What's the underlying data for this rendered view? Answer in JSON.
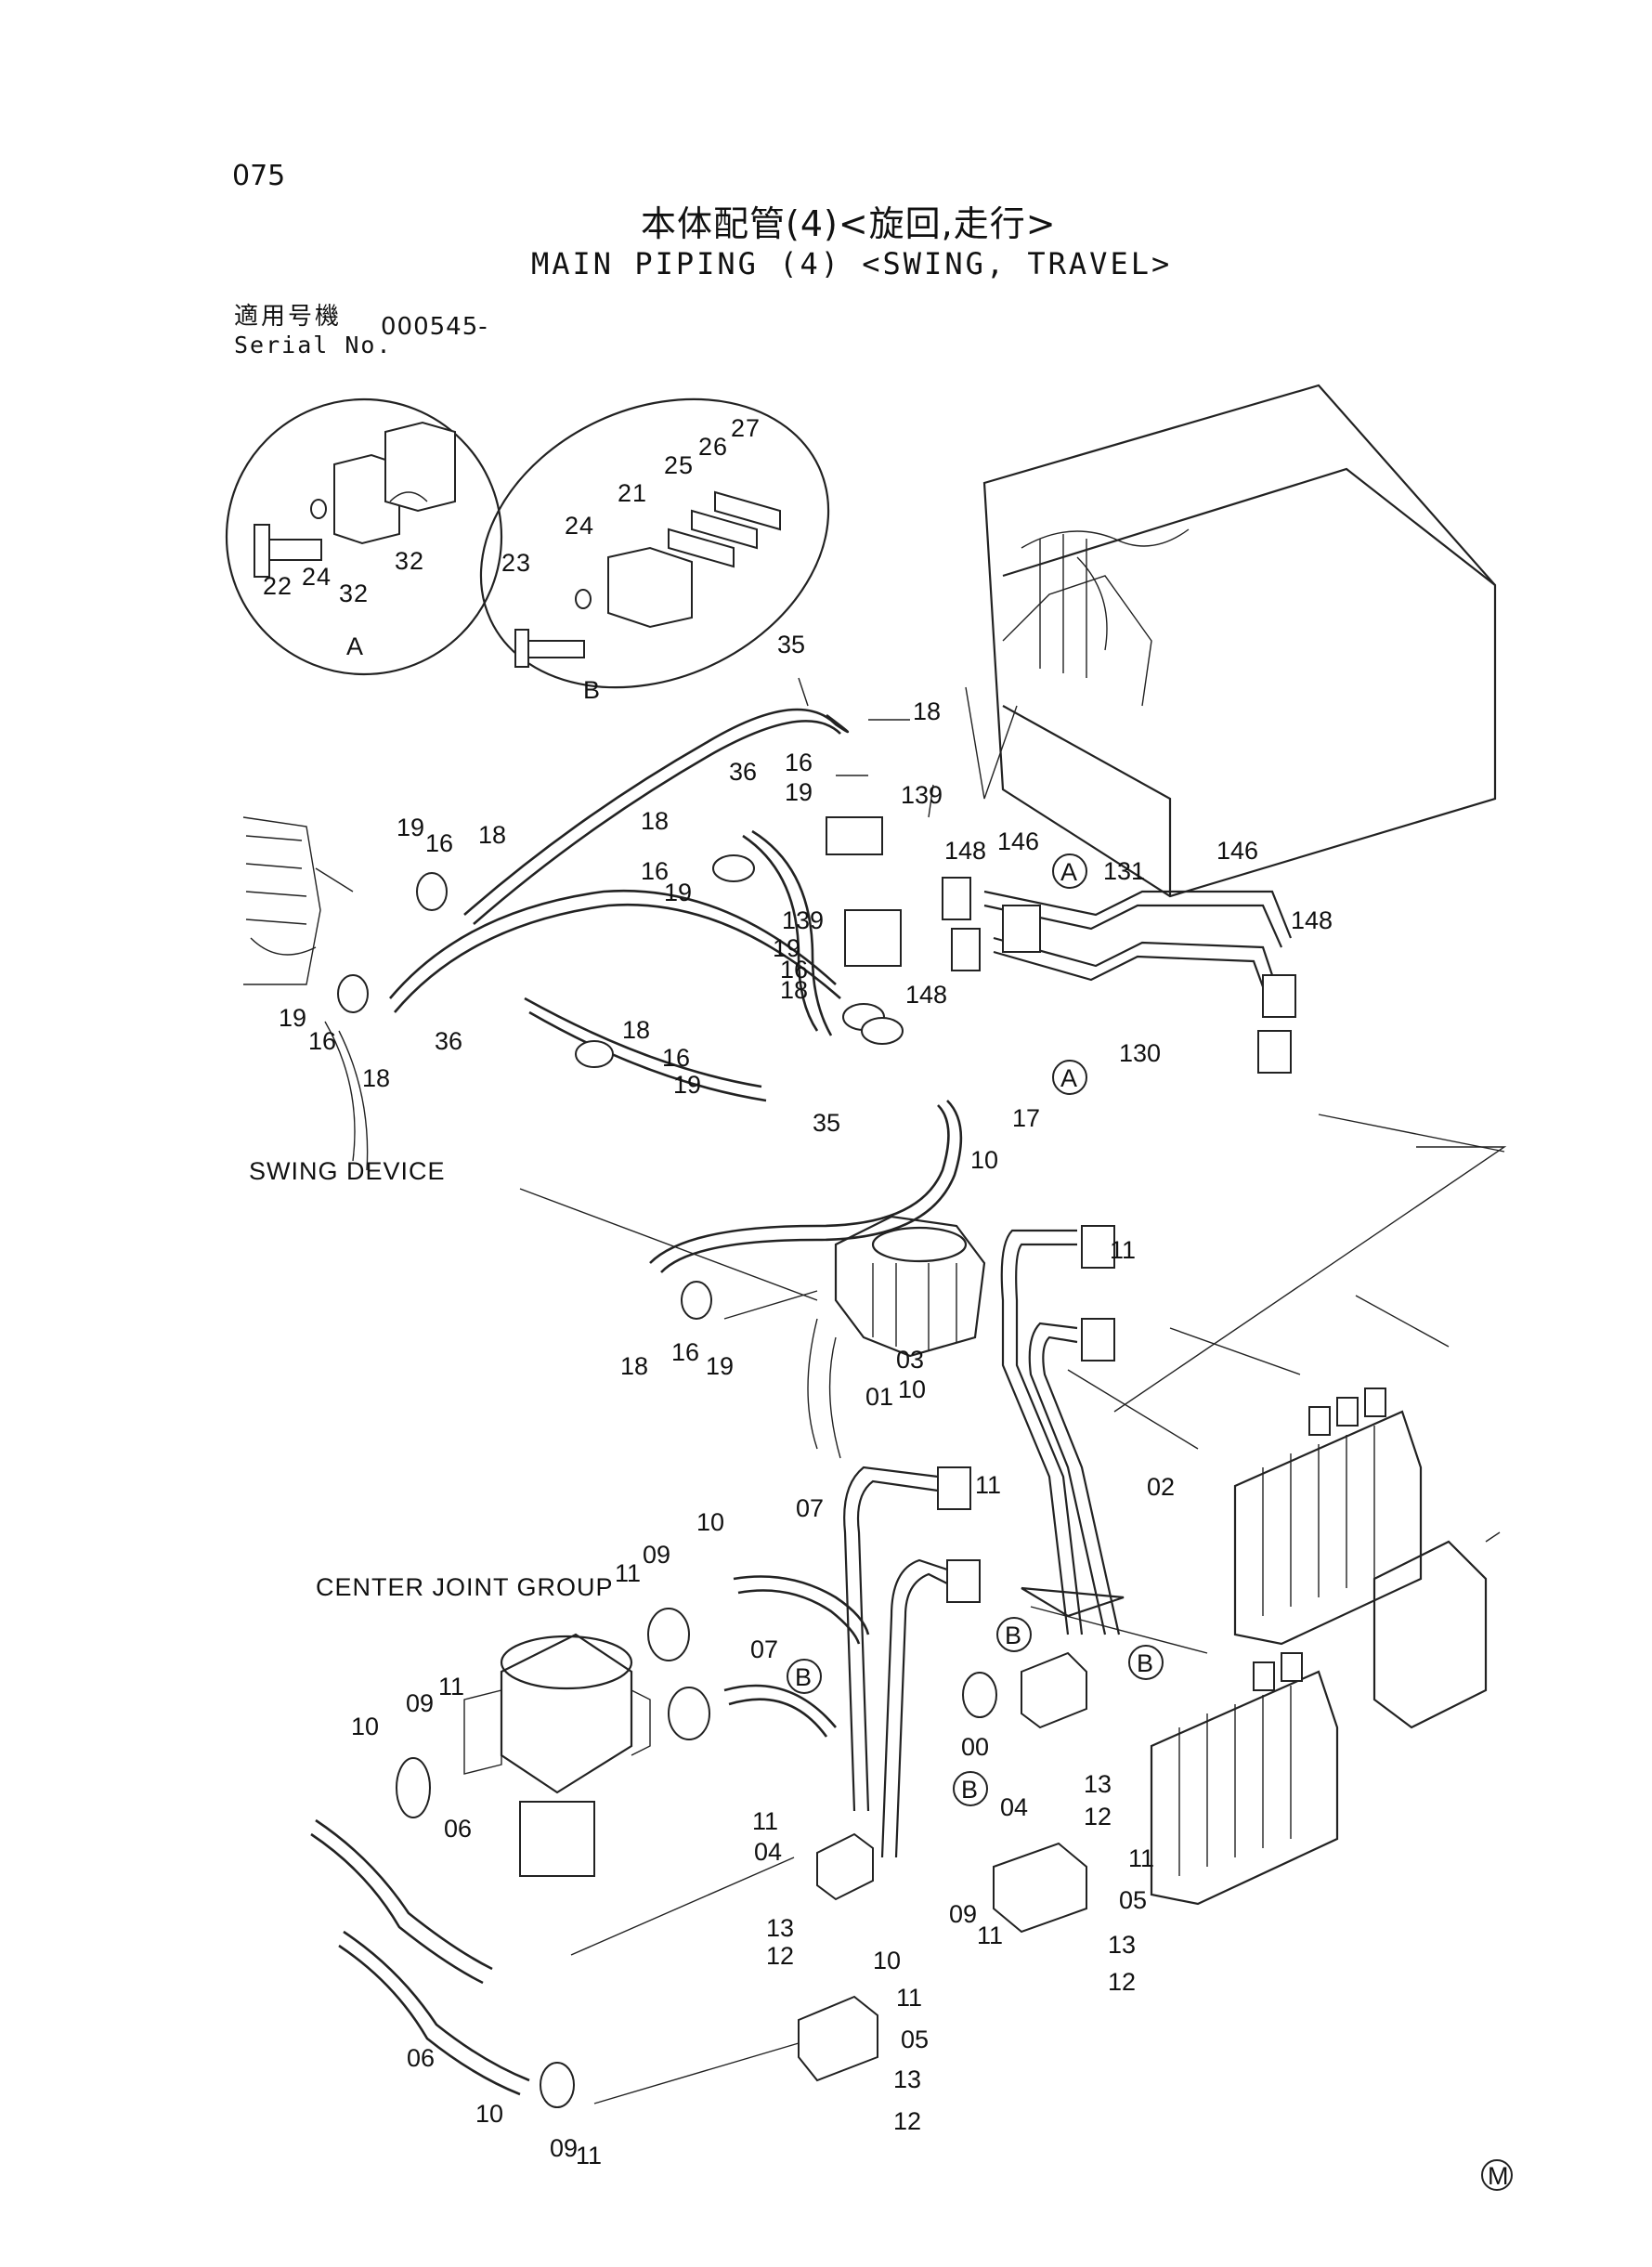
{
  "header": {
    "page_number": "075",
    "title_jp": "本体配管(4)<旋回,走行>",
    "title_en": "MAIN PIPING (4) <SWING, TRAVEL>",
    "serial_label_jp": "適用号機",
    "serial_label_en": "Serial No.",
    "serial_value": "000545-"
  },
  "detail_views": {
    "a": {
      "label": "A",
      "parts": [
        "22",
        "24",
        "32",
        "32"
      ]
    },
    "b": {
      "label": "B",
      "parts": [
        "23",
        "24",
        "21",
        "25",
        "26",
        "27"
      ]
    }
  },
  "group_labels": {
    "swing_device": "SWING DEVICE",
    "center_joint": "CENTER JOINT GROUP"
  },
  "callout_markers": [
    "A",
    "A",
    "B",
    "B",
    "B",
    "B"
  ],
  "corner_mark": "M",
  "part_labels": [
    {
      "id": "35a",
      "text": "35"
    },
    {
      "id": "18a",
      "text": "18"
    },
    {
      "id": "16a",
      "text": "16"
    },
    {
      "id": "19a",
      "text": "19"
    },
    {
      "id": "139a",
      "text": "139"
    },
    {
      "id": "36a",
      "text": "36"
    },
    {
      "id": "18b",
      "text": "18"
    },
    {
      "id": "16b",
      "text": "16"
    },
    {
      "id": "19b",
      "text": "19"
    },
    {
      "id": "19c",
      "text": "19"
    },
    {
      "id": "16c",
      "text": "16"
    },
    {
      "id": "18c",
      "text": "18"
    },
    {
      "id": "19d",
      "text": "19"
    },
    {
      "id": "16d",
      "text": "16"
    },
    {
      "id": "18d",
      "text": "18"
    },
    {
      "id": "36b",
      "text": "36"
    },
    {
      "id": "148a",
      "text": "148"
    },
    {
      "id": "146a",
      "text": "146"
    },
    {
      "id": "131",
      "text": "131"
    },
    {
      "id": "146b",
      "text": "146"
    },
    {
      "id": "148b",
      "text": "148"
    },
    {
      "id": "139b",
      "text": "139"
    },
    {
      "id": "19e",
      "text": "19"
    },
    {
      "id": "16e",
      "text": "16"
    },
    {
      "id": "18e",
      "text": "18"
    },
    {
      "id": "148c",
      "text": "148"
    },
    {
      "id": "18f",
      "text": "18"
    },
    {
      "id": "16f",
      "text": "16"
    },
    {
      "id": "19f",
      "text": "19"
    },
    {
      "id": "130",
      "text": "130"
    },
    {
      "id": "17",
      "text": "17"
    },
    {
      "id": "35b",
      "text": "35"
    },
    {
      "id": "10a",
      "text": "10"
    },
    {
      "id": "11a",
      "text": "11"
    },
    {
      "id": "18g",
      "text": "18"
    },
    {
      "id": "16g",
      "text": "16"
    },
    {
      "id": "19g",
      "text": "19"
    },
    {
      "id": "03",
      "text": "03"
    },
    {
      "id": "01",
      "text": "01"
    },
    {
      "id": "10b",
      "text": "10"
    },
    {
      "id": "11b",
      "text": "11"
    },
    {
      "id": "02",
      "text": "02"
    },
    {
      "id": "07a",
      "text": "07"
    },
    {
      "id": "10c",
      "text": "10"
    },
    {
      "id": "09a",
      "text": "09"
    },
    {
      "id": "11c",
      "text": "11"
    },
    {
      "id": "07b",
      "text": "07"
    },
    {
      "id": "00",
      "text": "00"
    },
    {
      "id": "09b",
      "text": "09"
    },
    {
      "id": "11d",
      "text": "11"
    },
    {
      "id": "10d",
      "text": "10"
    },
    {
      "id": "06a",
      "text": "06"
    },
    {
      "id": "11e",
      "text": "11"
    },
    {
      "id": "04a",
      "text": "04"
    },
    {
      "id": "13a",
      "text": "13"
    },
    {
      "id": "12a",
      "text": "12"
    },
    {
      "id": "09c",
      "text": "09"
    },
    {
      "id": "11f",
      "text": "11"
    },
    {
      "id": "10e",
      "text": "10"
    },
    {
      "id": "04b",
      "text": "04"
    },
    {
      "id": "13b",
      "text": "13"
    },
    {
      "id": "12b",
      "text": "12"
    },
    {
      "id": "11g",
      "text": "11"
    },
    {
      "id": "05a",
      "text": "05"
    },
    {
      "id": "13c",
      "text": "13"
    },
    {
      "id": "12c",
      "text": "12"
    },
    {
      "id": "11h",
      "text": "11"
    },
    {
      "id": "05b",
      "text": "05"
    },
    {
      "id": "13d",
      "text": "13"
    },
    {
      "id": "12d",
      "text": "12"
    },
    {
      "id": "06b",
      "text": "06"
    },
    {
      "id": "10f",
      "text": "10"
    },
    {
      "id": "09d",
      "text": "09"
    },
    {
      "id": "11i",
      "text": "11"
    }
  ]
}
